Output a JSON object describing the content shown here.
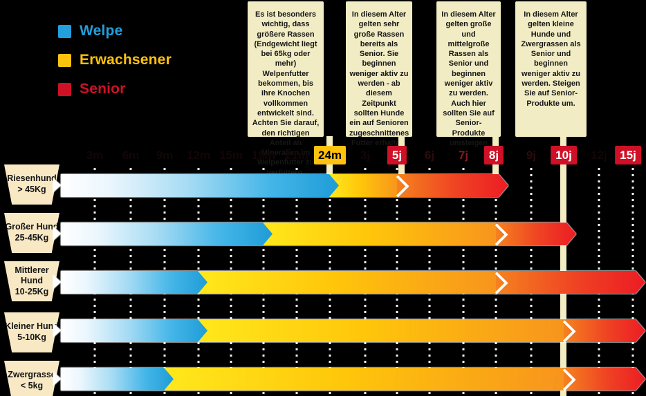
{
  "legend": {
    "items": [
      {
        "label": "Welpe",
        "color": "#239FDB"
      },
      {
        "label": "Erwachsener",
        "color": "#FFC20E"
      },
      {
        "label": "Senior",
        "color": "#CE1126"
      }
    ]
  },
  "callouts": [
    {
      "anchor": "24m",
      "text": "Es ist besonders wichtig, dass größere Rassen (Endgewicht liegt bei 65kg oder mehr) Welpenfutter bekommen, bis ihre Knochen vollkommen entwickelt sind. Achten Sie darauf, den richtigen Anteil an Mineralien im Welpenfutter zu verfüttern."
    },
    {
      "anchor": "5j",
      "text": "In diesem Alter gelten sehr große Rassen bereits als Senior. Sie beginnen weniger aktiv zu werden - ab diesem Zeitpunkt sollten Hunde ein auf Senioren zugeschnittenes Futter erhalten."
    },
    {
      "anchor": "8j",
      "text": "In diesem Alter gelten große und mittelgroße Rassen als Senior und beginnen weniger aktiv zu werden. Auch hier sollten Sie auf Senior-Produkte umsteigen"
    },
    {
      "anchor": "10j",
      "text": "In diesem Alter gelten kleine Hunde und Zwergrassen als Senior und beginnen weniger aktiv zu werden. Steigen Sie auf Senior-Produkte um."
    }
  ],
  "axis": {
    "ticks": [
      {
        "label": "3m",
        "visibility": "hidden"
      },
      {
        "label": "6m",
        "visibility": "hidden"
      },
      {
        "label": "9m",
        "visibility": "hidden"
      },
      {
        "label": "12m",
        "visibility": "hidden"
      },
      {
        "label": "15m",
        "visibility": "hidden"
      },
      {
        "label": "18m",
        "visibility": "hidden"
      },
      {
        "label": "21m",
        "visibility": "hidden"
      },
      {
        "label": "24m",
        "visibility": "gold-box"
      },
      {
        "label": "3j",
        "visibility": "hidden"
      },
      {
        "label": "5j",
        "visibility": "red-box"
      },
      {
        "label": "6j",
        "visibility": "faint"
      },
      {
        "label": "7j",
        "visibility": "dim-red"
      },
      {
        "label": "8j",
        "visibility": "red-box"
      },
      {
        "label": "9j",
        "visibility": "faint"
      },
      {
        "label": "10j",
        "visibility": "red-box"
      },
      {
        "label": "12j",
        "visibility": "hidden"
      },
      {
        "label": "15j",
        "visibility": "red-box"
      }
    ]
  },
  "rows": [
    {
      "name": "Riesenhund",
      "weight": "> 45Kg"
    },
    {
      "name": "Großer Hund",
      "weight": "25-45Kg"
    },
    {
      "name": "Mittlerer Hund",
      "weight": "10-25Kg"
    },
    {
      "name": "Kleiner Hund",
      "weight": "5-10Kg"
    },
    {
      "name": "Zwergrasse",
      "weight": "< 5kg"
    }
  ],
  "chart_data": {
    "type": "bar",
    "subtype": "life-stage-timeline",
    "title": "",
    "x_axis_labels": [
      "3m",
      "6m",
      "9m",
      "12m",
      "15m",
      "18m",
      "21m",
      "24m",
      "3j",
      "5j",
      "6j",
      "7j",
      "8j",
      "9j",
      "10j",
      "12j",
      "15j"
    ],
    "legend_entries": [
      "Welpe",
      "Erwachsener",
      "Senior"
    ],
    "legend_position": "top-left",
    "grid": true,
    "series": [
      {
        "category": "Riesenhund > 45Kg",
        "welpe_until": "24m",
        "erwachsener_until": "5j",
        "senior_until": "8j"
      },
      {
        "category": "Großer Hund 25-45Kg",
        "welpe_until": "18m",
        "erwachsener_until": "8j",
        "senior_until": "10j"
      },
      {
        "category": "Mittlerer Hund 10-25Kg",
        "welpe_until": "12m",
        "erwachsener_until": "8j",
        "senior_until": "15j"
      },
      {
        "category": "Kleiner Hund 5-10Kg",
        "welpe_until": "12m",
        "erwachsener_until": "10j",
        "senior_until": "15j"
      },
      {
        "category": "Zwergrasse < 5kg",
        "welpe_until": "9m",
        "erwachsener_until": "10j",
        "senior_until": "15j"
      }
    ],
    "stage_colors": {
      "Welpe": "#29ABE2",
      "Erwachsener": "#FFC20E",
      "Senior": "#EC1C24"
    }
  }
}
